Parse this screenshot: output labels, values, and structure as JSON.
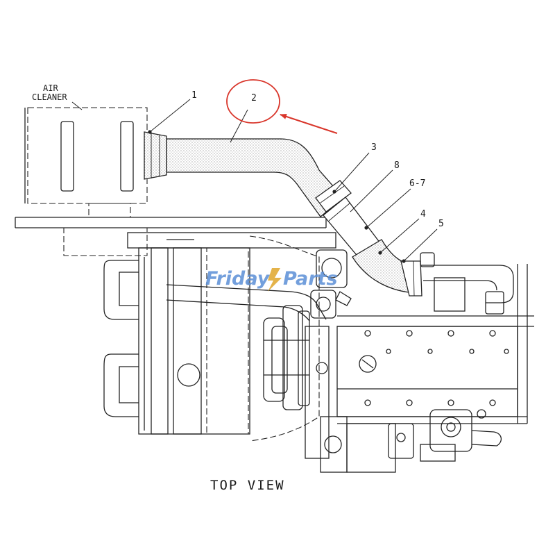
{
  "labels": {
    "air_cleaner_line1": "AIR",
    "air_cleaner_line2": "CLEANER",
    "view_title": "TOP VIEW"
  },
  "callouts": [
    {
      "id": "c1",
      "text": "1"
    },
    {
      "id": "c2",
      "text": "2"
    },
    {
      "id": "c3",
      "text": "3"
    },
    {
      "id": "c8",
      "text": "8"
    },
    {
      "id": "c67",
      "text": "6-7"
    },
    {
      "id": "c4",
      "text": "4"
    },
    {
      "id": "c5",
      "text": "5"
    }
  ],
  "watermark": {
    "part_a": "Friday",
    "part_b": "Parts",
    "color": "#5b8fd6"
  },
  "highlight": {
    "color": "#d9362b",
    "target": "2"
  },
  "icons": {
    "highlight_marker": "red-ellipse-with-arrow"
  }
}
